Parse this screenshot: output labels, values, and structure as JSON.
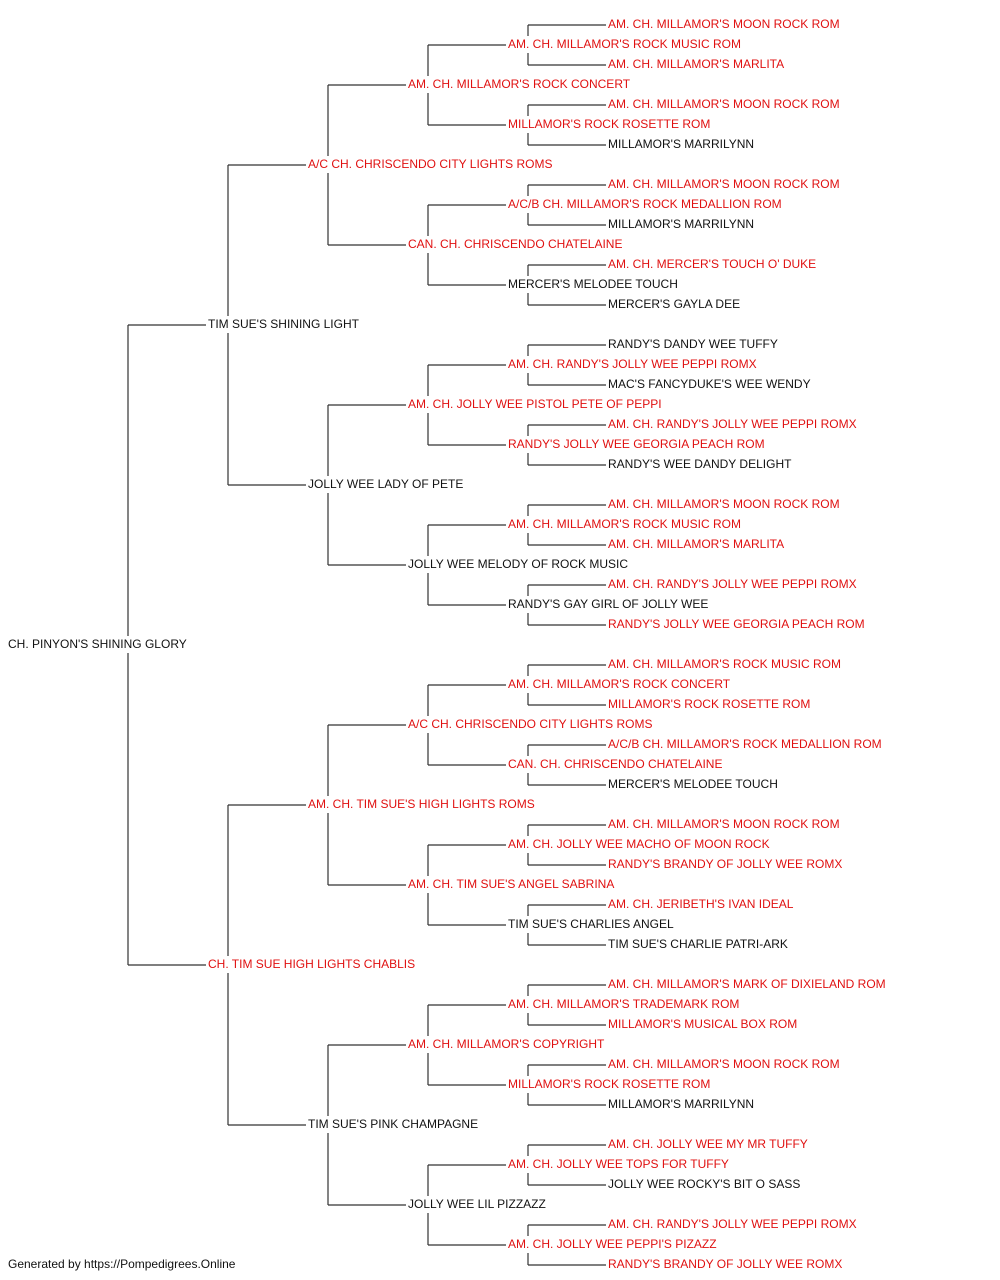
{
  "colors": {
    "titled": "#e01010",
    "plain": "#111111",
    "line": "#333333"
  },
  "pedigree": {
    "name": "CH. PINYON'S SHINING GLORY",
    "titled": false,
    "sire": {
      "name": "TIM SUE'S SHINING LIGHT",
      "titled": false,
      "sire": {
        "name": "A/C CH. CHRISCENDO CITY LIGHTS ROMS",
        "titled": true,
        "sire": {
          "name": "AM. CH. MILLAMOR'S ROCK CONCERT",
          "titled": true,
          "sire": {
            "name": "AM. CH. MILLAMOR'S ROCK MUSIC ROM",
            "titled": true,
            "sire": {
              "name": "AM. CH. MILLAMOR'S MOON ROCK ROM",
              "titled": true
            },
            "dam": {
              "name": "AM. CH. MILLAMOR'S MARLITA",
              "titled": true
            }
          },
          "dam": {
            "name": "MILLAMOR'S ROCK ROSETTE ROM",
            "titled": true,
            "sire": {
              "name": "AM. CH. MILLAMOR'S MOON ROCK ROM",
              "titled": true
            },
            "dam": {
              "name": "MILLAMOR'S MARRILYNN",
              "titled": false
            }
          }
        },
        "dam": {
          "name": "CAN. CH. CHRISCENDO CHATELAINE",
          "titled": true,
          "sire": {
            "name": "A/C/B CH. MILLAMOR'S ROCK MEDALLION ROM",
            "titled": true,
            "sire": {
              "name": "AM. CH. MILLAMOR'S MOON ROCK ROM",
              "titled": true
            },
            "dam": {
              "name": "MILLAMOR'S MARRILYNN",
              "titled": false
            }
          },
          "dam": {
            "name": "MERCER'S MELODEE TOUCH",
            "titled": false,
            "sire": {
              "name": "AM. CH. MERCER'S TOUCH O' DUKE",
              "titled": true
            },
            "dam": {
              "name": "MERCER'S GAYLA DEE",
              "titled": false
            }
          }
        }
      },
      "dam": {
        "name": "JOLLY WEE LADY OF PETE",
        "titled": false,
        "sire": {
          "name": "AM. CH. JOLLY WEE PISTOL PETE OF PEPPI",
          "titled": true,
          "sire": {
            "name": "AM. CH. RANDY'S JOLLY WEE PEPPI ROMX",
            "titled": true,
            "sire": {
              "name": "RANDY'S DANDY WEE TUFFY",
              "titled": false
            },
            "dam": {
              "name": "MAC'S FANCYDUKE'S WEE WENDY",
              "titled": false
            }
          },
          "dam": {
            "name": "RANDY'S JOLLY WEE GEORGIA PEACH ROM",
            "titled": true,
            "sire": {
              "name": "AM. CH. RANDY'S JOLLY WEE PEPPI ROMX",
              "titled": true
            },
            "dam": {
              "name": "RANDY'S WEE DANDY DELIGHT",
              "titled": false
            }
          }
        },
        "dam": {
          "name": "JOLLY WEE MELODY OF ROCK MUSIC",
          "titled": false,
          "sire": {
            "name": "AM. CH. MILLAMOR'S ROCK MUSIC ROM",
            "titled": true,
            "sire": {
              "name": "AM. CH. MILLAMOR'S MOON ROCK ROM",
              "titled": true
            },
            "dam": {
              "name": "AM. CH. MILLAMOR'S MARLITA",
              "titled": true
            }
          },
          "dam": {
            "name": "RANDY'S GAY GIRL OF JOLLY WEE",
            "titled": false,
            "sire": {
              "name": "AM. CH. RANDY'S JOLLY WEE PEPPI ROMX",
              "titled": true
            },
            "dam": {
              "name": "RANDY'S JOLLY WEE GEORGIA PEACH ROM",
              "titled": true
            }
          }
        }
      }
    },
    "dam": {
      "name": "CH. TIM SUE HIGH LIGHTS CHABLIS",
      "titled": true,
      "sire": {
        "name": "AM. CH. TIM SUE'S HIGH LIGHTS ROMS",
        "titled": true,
        "sire": {
          "name": "A/C CH. CHRISCENDO CITY LIGHTS ROMS",
          "titled": true,
          "sire": {
            "name": "AM. CH. MILLAMOR'S ROCK CONCERT",
            "titled": true,
            "sire": {
              "name": "AM. CH. MILLAMOR'S ROCK MUSIC ROM",
              "titled": true
            },
            "dam": {
              "name": "MILLAMOR'S ROCK ROSETTE ROM",
              "titled": true
            }
          },
          "dam": {
            "name": "CAN. CH. CHRISCENDO CHATELAINE",
            "titled": true,
            "sire": {
              "name": "A/C/B CH. MILLAMOR'S ROCK MEDALLION ROM",
              "titled": true
            },
            "dam": {
              "name": "MERCER'S MELODEE TOUCH",
              "titled": false
            }
          }
        },
        "dam": {
          "name": "AM. CH. TIM SUE'S ANGEL SABRINA",
          "titled": true,
          "sire": {
            "name": "AM. CH. JOLLY WEE MACHO OF MOON ROCK",
            "titled": true,
            "sire": {
              "name": "AM. CH. MILLAMOR'S MOON ROCK ROM",
              "titled": true
            },
            "dam": {
              "name": "RANDY'S BRANDY OF JOLLY WEE ROMX",
              "titled": true
            }
          },
          "dam": {
            "name": "TIM SUE'S CHARLIES ANGEL",
            "titled": false,
            "sire": {
              "name": "AM. CH. JERIBETH'S IVAN IDEAL",
              "titled": true
            },
            "dam": {
              "name": "TIM SUE'S CHARLIE PATRI-ARK",
              "titled": false
            }
          }
        }
      },
      "dam": {
        "name": "TIM SUE'S PINK CHAMPAGNE",
        "titled": false,
        "sire": {
          "name": "AM. CH. MILLAMOR'S COPYRIGHT",
          "titled": true,
          "sire": {
            "name": "AM. CH. MILLAMOR'S TRADEMARK ROM",
            "titled": true,
            "sire": {
              "name": "AM. CH. MILLAMOR'S MARK OF DIXIELAND ROM",
              "titled": true
            },
            "dam": {
              "name": "MILLAMOR'S MUSICAL BOX ROM",
              "titled": true
            }
          },
          "dam": {
            "name": "MILLAMOR'S ROCK ROSETTE ROM",
            "titled": true,
            "sire": {
              "name": "AM. CH. MILLAMOR'S MOON ROCK ROM",
              "titled": true
            },
            "dam": {
              "name": "MILLAMOR'S MARRILYNN",
              "titled": false
            }
          }
        },
        "dam": {
          "name": "JOLLY WEE LIL PIZZAZZ",
          "titled": false,
          "sire": {
            "name": "AM. CH. JOLLY WEE TOPS FOR TUFFY",
            "titled": true,
            "sire": {
              "name": "AM. CH. JOLLY WEE MY MR TUFFY",
              "titled": true
            },
            "dam": {
              "name": "JOLLY WEE ROCKY'S BIT O SASS",
              "titled": false
            }
          },
          "dam": {
            "name": "AM. CH. JOLLY WEE PEPPI'S PIZAZZ",
            "titled": true,
            "sire": {
              "name": "AM. CH. RANDY'S JOLLY WEE PEPPI ROMX",
              "titled": true
            },
            "dam": {
              "name": "RANDY'S BRANDY OF JOLLY WEE ROMX",
              "titled": true
            }
          }
        }
      }
    }
  },
  "footer": {
    "text": "Generated by https://Pompedigrees.Online"
  }
}
